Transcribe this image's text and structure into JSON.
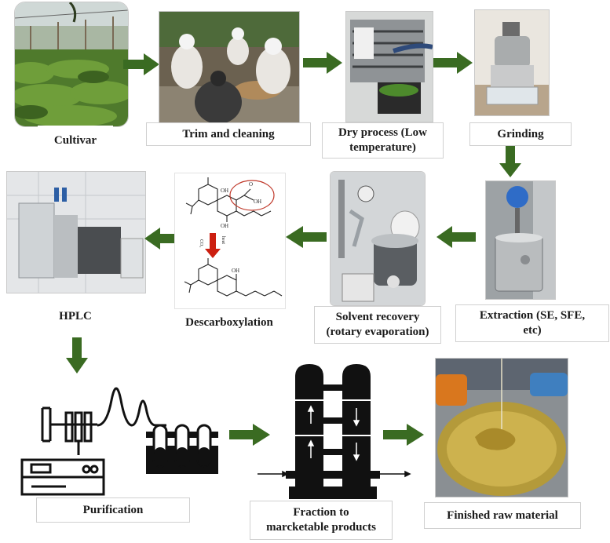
{
  "steps": {
    "cultivar": "Cultivar",
    "trim": "Trim and cleaning",
    "dry_line1": "Dry process (Low",
    "dry_line2": "temperature)",
    "grinding": "Grinding",
    "extraction_line1": "Extraction (SE, SFE,",
    "extraction_line2": "etc)",
    "solvent_line1": "Solvent recovery",
    "solvent_line2": "(rotary evaporation)",
    "decarb": "Descarboxylation",
    "hplc": "HPLC",
    "purification": "Purification",
    "fraction_line1": "Fraction to",
    "fraction_line2": "marcketable products",
    "finished": "Finished raw material"
  },
  "chemistry": {
    "reagent": "CO₂",
    "condition": "heat",
    "atom_oh": "OH",
    "atom_o": "O"
  },
  "colors": {
    "arrow_green": "#3a6b22",
    "decarb_arrow": "#cc1f10",
    "circle": "#c0392b"
  }
}
